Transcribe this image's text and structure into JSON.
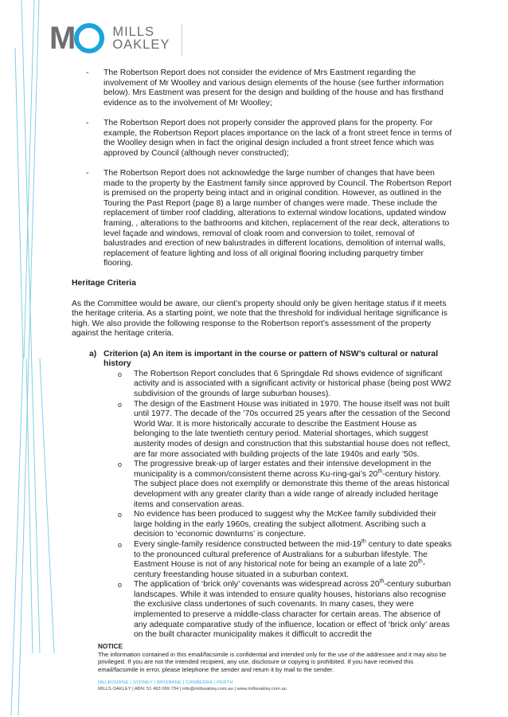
{
  "header": {
    "logo_monogram_m": "M",
    "logo_word_1": "MILLS",
    "logo_word_2": "OAKLEY",
    "brand_grey": "#6d6e70",
    "brand_blue": "#1aa3dd"
  },
  "body": {
    "dash_items": [
      {
        "bullet": "-",
        "text": "The Robertson Report does not consider the evidence of Mrs Eastment regarding the involvement of Mr Woolley and various design elements of the house (see further information below).   Mrs Eastment was present for the design and building of the house and has firsthand evidence as to the involvement of Mr Woolley;"
      },
      {
        "bullet": "-",
        "text": "The Robertson Report does not properly consider the approved plans for the property.  For example, the Robertson Report places importance on the lack of a front street fence in terms of the Woolley design when in fact the original design included a front street fence which was approved by Council (although never constructed);"
      },
      {
        "bullet": "-",
        "text": "The Robertson Report does not acknowledge the large number of changes that have been made to the property by the Eastment family since approved by Council.  The Robertson Report is premised on the property being intact and in original condition.  However, as outlined in the Touring the Past Report (page 8) a large number of changes were made.  These include the replacement of timber roof cladding, alterations to external window locations, updated window framing, , alterations to the bathrooms and kitchen, replacement of the rear deck, alterations to level façade and windows, removal of cloak room and conversion to toilet, removal of balustrades and erection of new balustrades in different locations, demolition of internal walls, replacement of feature lighting and loss of all original flooring including parquetry timber flooring."
      }
    ],
    "section_heading": "Heritage Criteria",
    "intro_paragraph": "As the Committee would be aware, our client’s property should only be given heritage status if it meets the heritage criteria.  As a starting point, we note that the threshold for individual heritage significance is high.  We also provide the following response to the Robertson report’s assessment of the property against the heritage criteria.",
    "criterion": {
      "label": "a)",
      "title": "Criterion (a) An item is important in the course or pattern of NSW’s cultural or natural history",
      "bullet_glyph": "o",
      "points": [
        {
          "parts": [
            "The Robertson Report concludes that 6 Springdale Rd shows evidence of significant activity and is associated with a significant activity or historical phase (being post WW2 subdivision of the grounds of large suburban houses)."
          ]
        },
        {
          "parts": [
            "The design of the Eastment House was initiated in 1970. The house itself was not built until 1977. The decade of the ’70s occurred 25 years after the cessation of the Second World War. It is more historically accurate to describe the Eastment House as belonging to the late twentieth century period. Material shortages, which suggest austerity modes of design and construction that this substantial house does not reflect, are far more associated with building projects of the late 1940s and early ’50s."
          ]
        },
        {
          "parts": [
            "The progressive break-up of larger estates and their intensive development in the municipality is a common/consistent theme across Ku-ring-gai’s 20",
            "th",
            "-century history. The subject place does not exemplify or demonstrate this theme of the areas historical development with any greater clarity than a wide range of already included heritage items and conservation areas."
          ]
        },
        {
          "parts": [
            "No evidence has been produced to suggest why the McKee family subdivided their large holding in the early 1960s, creating the subject allotment. Ascribing such a decision to ‘economic downturns’ is conjecture."
          ]
        },
        {
          "parts": [
            "Every single-family residence constructed between the mid-19",
            "th",
            " century to date speaks to the pronounced cultural preference of Australians for a suburban lifestyle. The Eastment House is not of any historical note for being an example of a late 20",
            "th",
            "-century freestanding house situated in a suburban context."
          ]
        },
        {
          "parts": [
            "The application of ‘brick only’ covenants was widespread across 20",
            "th",
            "-century suburban landscapes. While it was intended to ensure quality houses, historians also recognise the exclusive class undertones of such covenants. In many cases, they were implemented to preserve a middle-class character for certain areas. The absence of any adequate comparative study of the influence, location or effect of ‘brick only’ areas on the built character municipality makes it difficult to accredit the"
          ]
        }
      ]
    }
  },
  "notice": {
    "title": "NOTICE",
    "text": "The information contained in this email/facsimile is confidential and intended only for the use of the addressee and it may also be privileged. If you are not the intended recipient, any use, disclosure or copying is prohibited. If you have received this email/facsimile in error, please telephone the sender and return it by mail to the sender."
  },
  "footer": {
    "cities": "MELBOURNE | SYDNEY | BRISBANE | CANBERRA | PERTH",
    "contact": "MILLS OAKLEY   |   ABN: 51 493 069 734   |   info@millsoakley.com.au   |   www.millsoakley.com.au",
    "accent_color": "#3bb6e3"
  }
}
